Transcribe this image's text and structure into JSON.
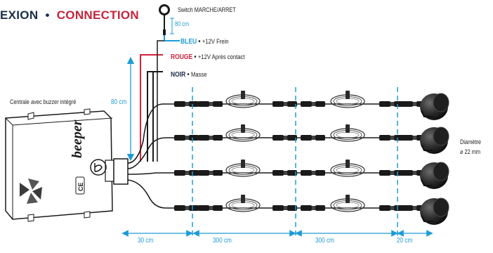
{
  "title": {
    "part1": "EXION",
    "separator": "•",
    "part2": "CONNECTION"
  },
  "switch": {
    "label": "Switch MARCHE/ARRET",
    "length": "80 cm"
  },
  "wires": [
    {
      "color_name": "BLEU",
      "separator": "•",
      "desc": "+12V Frein",
      "color": "#1d9bd6"
    },
    {
      "color_name": "ROUGE",
      "separator": "•",
      "desc": "+12V Après contact",
      "color": "#d4213a"
    },
    {
      "color_name": "NOIR",
      "separator": "•",
      "desc": "Masse",
      "color": "#1b2d4a"
    }
  ],
  "central": {
    "label": "Centrale avec buzzer intégré",
    "brand": "beeper",
    "marking": "CE"
  },
  "cable_length_vertical": "80 cm",
  "sensor": {
    "label_line1": "Diamètre",
    "label_line2": "⌀ 22 mm"
  },
  "dimensions": [
    "30 cm",
    "300 cm",
    "300 cm",
    "20 cm"
  ],
  "colors": {
    "accent": "#1d9bd6",
    "red": "#c4243b",
    "dark": "#1b2d4a"
  }
}
